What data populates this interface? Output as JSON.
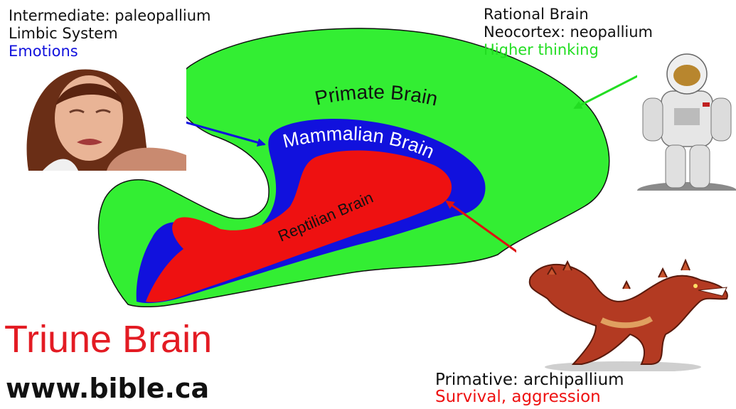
{
  "colors": {
    "outer_green": "#33ee33",
    "middle_blue": "#1111dd",
    "inner_red": "#ee1111",
    "arrow_red": "#dd1111",
    "caption_green": "#22dd22",
    "caption_blue": "#1111dd",
    "caption_red": "#ee1111",
    "title_red": "#e31b23"
  },
  "top_left_caption": {
    "line1": "Intermediate: paleopallium",
    "line2": "Limbic System",
    "line3": "Emotions"
  },
  "top_right_caption": {
    "line1": "Rational Brain",
    "line2": "Neocortex: neopallium",
    "line3": "Higher thinking"
  },
  "bottom_right_caption": {
    "line1": "Primative: archipallium",
    "line2": "Survival, aggression"
  },
  "brain_labels": {
    "primate": "Primate Brain",
    "mammalian": "Mammalian Brain",
    "reptilian": "Reptilian Brain"
  },
  "title": "Triune Brain",
  "url": "www.bible.ca",
  "images": {
    "emotion_photo": "crying-woman-photo",
    "rational_photo": "astronaut-photo",
    "primitive_photo": "dragon-figure-photo"
  }
}
